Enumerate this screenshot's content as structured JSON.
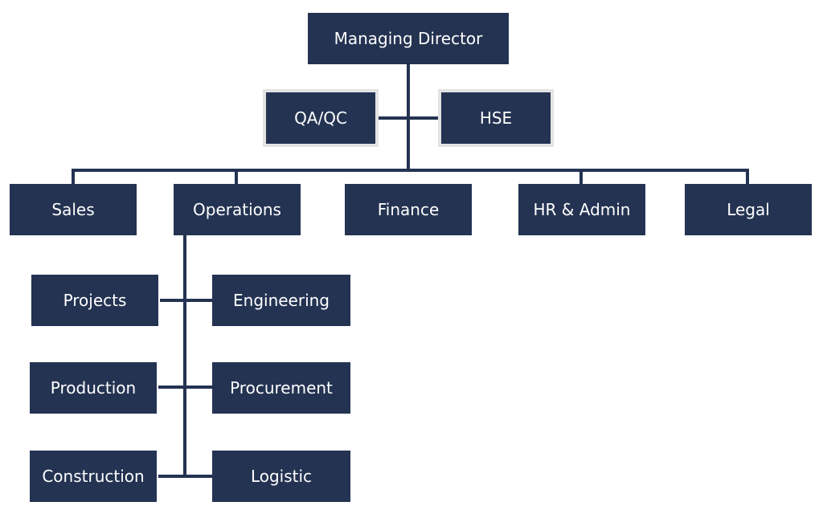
{
  "chart": {
    "top": {
      "label": "Managing Director"
    },
    "staff": [
      {
        "label": "QA/QC"
      },
      {
        "label": "HSE"
      }
    ],
    "departments": [
      {
        "label": "Sales"
      },
      {
        "label": "Operations"
      },
      {
        "label": "Finance"
      },
      {
        "label": "HR & Admin"
      },
      {
        "label": "Legal"
      }
    ],
    "operations_units": [
      {
        "label": "Projects"
      },
      {
        "label": "Engineering"
      },
      {
        "label": "Production"
      },
      {
        "label": "Procurement"
      },
      {
        "label": "Construction"
      },
      {
        "label": "Logistic"
      }
    ]
  },
  "colors": {
    "box": "#243352",
    "text": "#ffffff",
    "staff_border": "#e3e3e3"
  }
}
